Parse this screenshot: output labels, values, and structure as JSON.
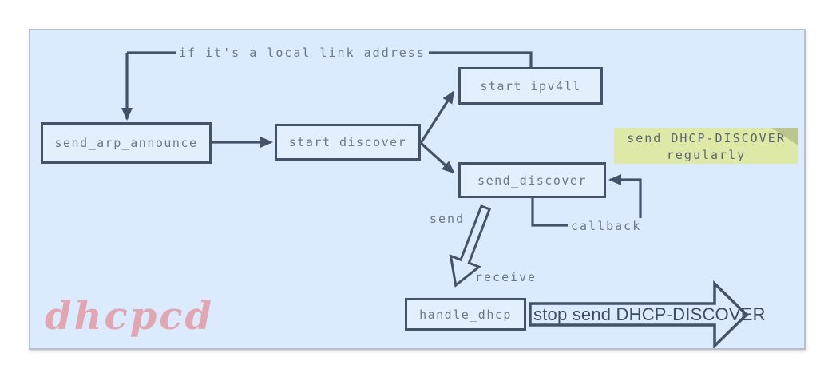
{
  "title_watermark": "dhcpcd",
  "nodes": {
    "send_arp_announce": "send_arp_announce",
    "start_discover": "start_discover",
    "start_ipv4ll": "start_ipv4ll",
    "send_discover": "send_discover",
    "handle_dhcp": "handle_dhcp"
  },
  "edge_labels": {
    "local_link": "if it's a local link address",
    "send": "send",
    "receive": "receive",
    "callback": "callback"
  },
  "note": {
    "line1": "send DHCP-DISCOVER",
    "line2": "regularly"
  },
  "big_arrow_label": "stop send DHCP-DISCOVER",
  "colors": {
    "panel_bg": "#dbeafd",
    "panel_border": "#b7bfca",
    "stroke": "#44536a",
    "node_fill": "#e4effd",
    "mono_text": "#6d7884",
    "note_bg": "#dee9a7",
    "note_fold": "#b9c68d",
    "note_text": "#5c6670",
    "big_arrow_text": "#3d4c63",
    "watermark": "#e0a7b3"
  }
}
